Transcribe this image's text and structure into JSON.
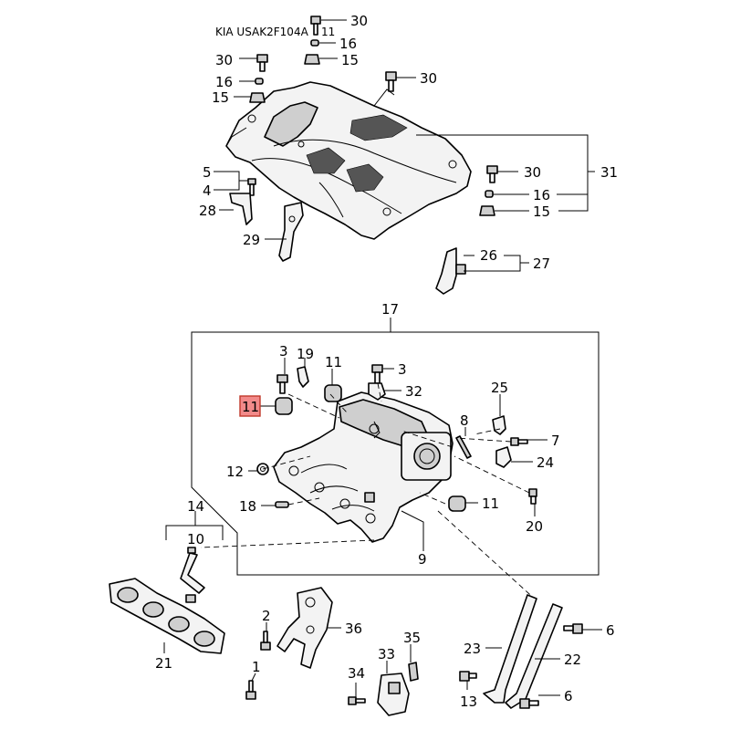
{
  "caption": "KIA USAK2F104A",
  "caption_suffix": "11",
  "highlight_color": "#f28a8a",
  "callouts": {
    "c30a": "30",
    "c16a": "16",
    "c15a": "15",
    "c30b": "30",
    "c16b": "16",
    "c15b": "15",
    "c30c": "30",
    "c5": "5",
    "c4": "4",
    "c28": "28",
    "c29": "29",
    "c30d": "30",
    "c16c": "16",
    "c15c": "15",
    "c31": "31",
    "c26": "26",
    "c27": "27",
    "c17": "17",
    "c3a": "3",
    "c19": "19",
    "c11a": "11",
    "c3b": "3",
    "c32": "32",
    "c11hl": "11",
    "c12": "12",
    "c18": "18",
    "c9": "9",
    "c11b": "11",
    "c8": "8",
    "c25": "25",
    "c7": "7",
    "c24": "24",
    "c20": "20",
    "c14": "14",
    "c10": "10",
    "c21": "21",
    "c2": "2",
    "c1": "1",
    "c36": "36",
    "c35": "35",
    "c33": "33",
    "c34": "34",
    "c23": "23",
    "c22": "22",
    "c6a": "6",
    "c13": "13",
    "c6b": "6"
  }
}
